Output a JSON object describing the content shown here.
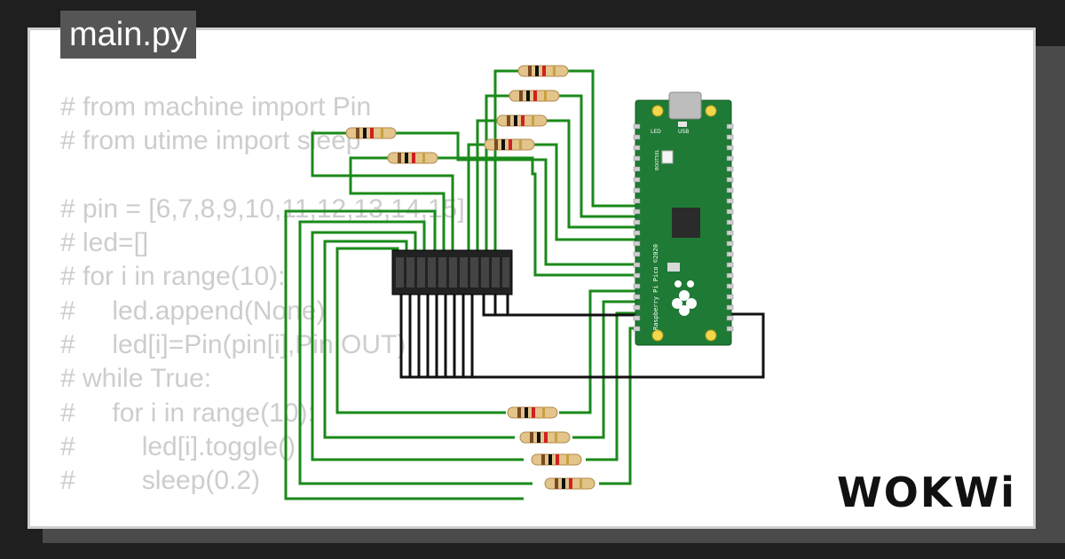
{
  "tab": {
    "filename": "main.py"
  },
  "code_lines": [
    "# from machine import Pin",
    "# from utime import sleep",
    "",
    "# pin = [6,7,8,9,10,11,12,13,14,15]",
    "# led=[]",
    "# for i in range(10):",
    "#     led.append(None)",
    "#     led[i]=Pin(pin[i],Pin.OUT)",
    "# while True:",
    "#     for i in range(10):",
    "#         led[i].toggle()",
    "#         sleep(0.2)"
  ],
  "board": {
    "label_led": "LED",
    "label_usb": "USB",
    "label_bootsel": "BOOTSEL",
    "label_model": "Raspberry Pi Pico ©2020"
  },
  "brand": {
    "logo": "WOKWi"
  },
  "colors": {
    "wire": "#1a8a1a",
    "ground_wire": "#111111",
    "board": "#1e7a34",
    "code_text": "#cdcdcd"
  }
}
